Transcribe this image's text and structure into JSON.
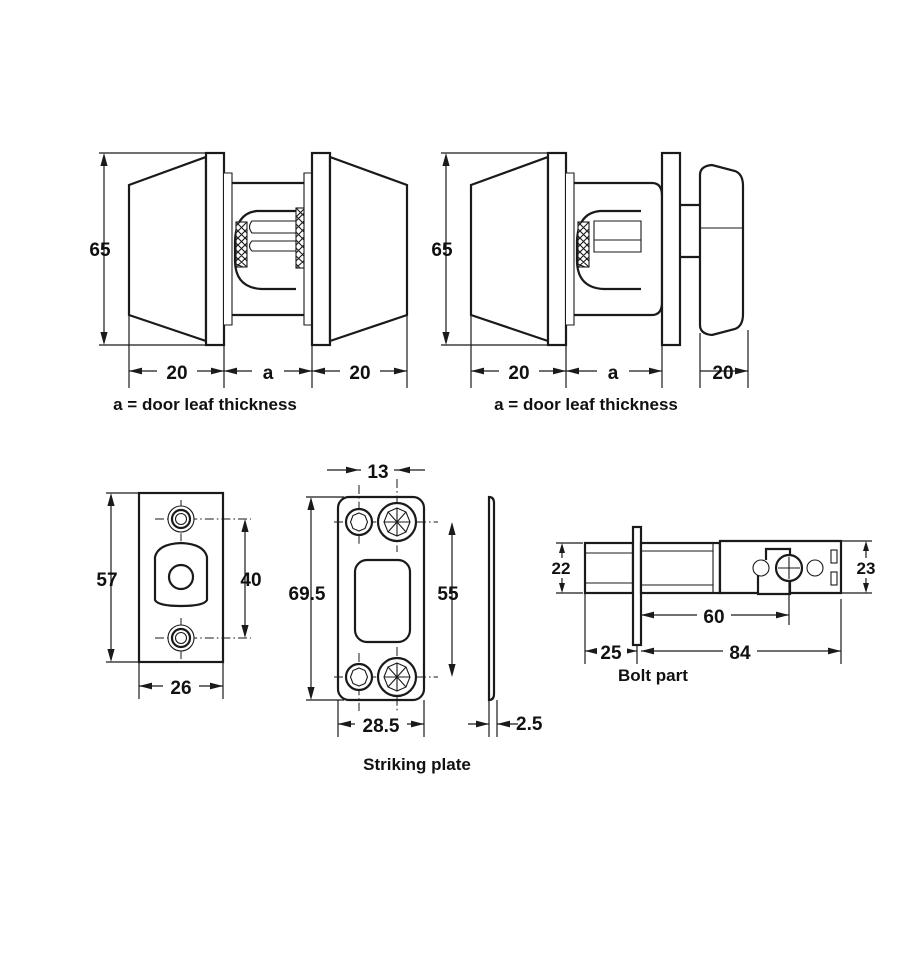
{
  "document": {
    "type": "technical-dimension-drawing",
    "subject": "Door knob set with bolt and striking plate",
    "units": "mm",
    "background_color": "#ffffff",
    "line_color": "#1a1a1a"
  },
  "views": {
    "knob_both_sides": {
      "name": "Knob both sides sectional view",
      "caption": "a = door leaf thickness",
      "dimensions": {
        "height": "65",
        "left_projection": "20",
        "door_leaf": "a",
        "right_projection": "20"
      }
    },
    "knob_with_thumbturn": {
      "name": "Knob with thumb turn sectional view",
      "caption": "a = door leaf thickness",
      "dimensions": {
        "height": "65",
        "left_projection": "20",
        "door_leaf": "a",
        "thumbturn_projection": "20"
      }
    },
    "face_plate": {
      "name": "Face plate / forend",
      "dimensions": {
        "height": "57",
        "hole_spacing": "40",
        "width": "26"
      }
    },
    "striking_plate": {
      "name": "Striking plate",
      "caption": "Striking plate",
      "dimensions": {
        "height": "69.5",
        "screw_offset": "13",
        "hole_spacing": "55",
        "width": "28.5",
        "thickness": "2.5"
      }
    },
    "bolt_part": {
      "name": "Bolt part",
      "caption": "Bolt part",
      "dimensions": {
        "bolt_height": "22",
        "case_height": "23",
        "backset": "60",
        "bolt_projection": "25",
        "overall_length": "84"
      }
    }
  }
}
